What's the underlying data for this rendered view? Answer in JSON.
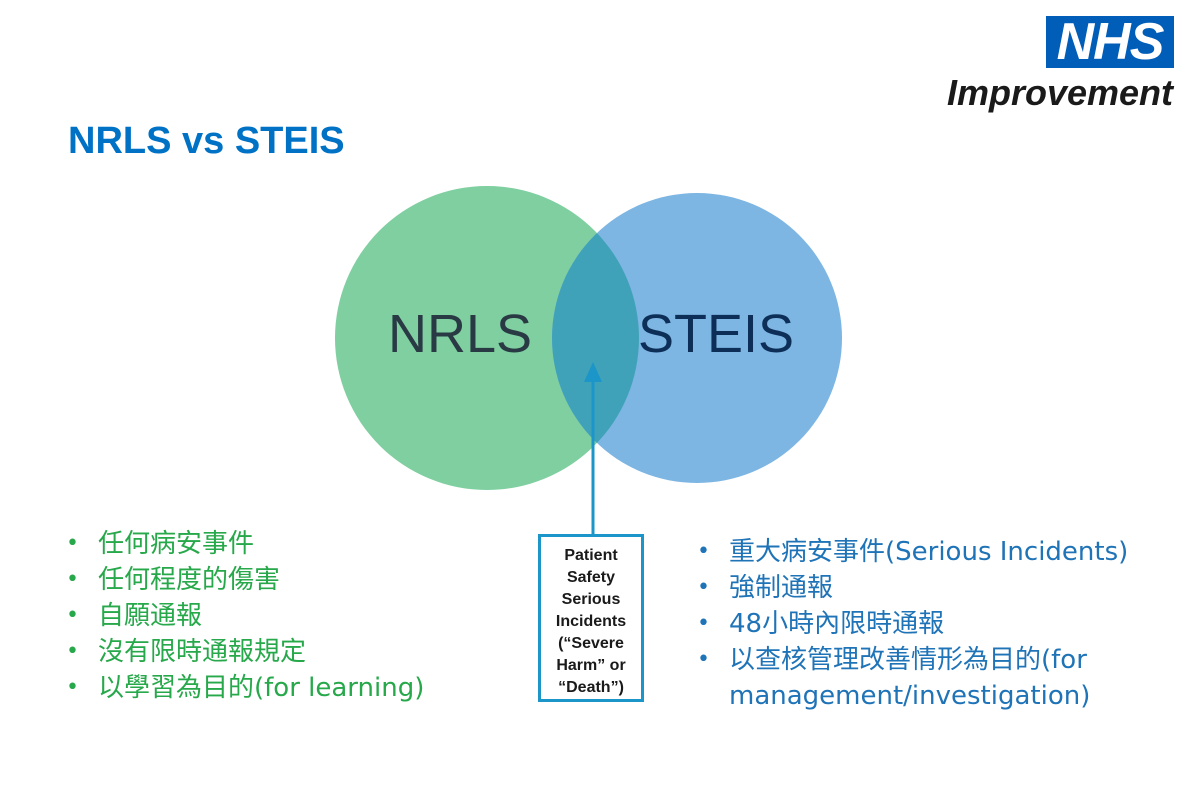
{
  "logo": {
    "mark": "NHS",
    "subtitle": "Improvement",
    "color": "#005EB8"
  },
  "title": "NRLS vs STEIS",
  "venn": {
    "left_label": "NRLS",
    "right_label": "STEIS",
    "left_color": "#7FCFA0",
    "right_color": "#7DB5E3",
    "overlap_color": "#40A2B8"
  },
  "callout": {
    "lines": [
      "Patient",
      "Safety",
      "Serious",
      "Incidents",
      "(“Severe",
      "Harm” or",
      "“Death”)"
    ]
  },
  "left_points": [
    "任何病安事件",
    "任何程度的傷害",
    "自願通報",
    "沒有限時通報規定",
    "以學習為目的(for learning)"
  ],
  "right_points": [
    "重大病安事件(Serious Incidents)",
    "強制通報",
    "48小時內限時通報",
    "以查核管理改善情形為目的(for management/investigation)"
  ]
}
